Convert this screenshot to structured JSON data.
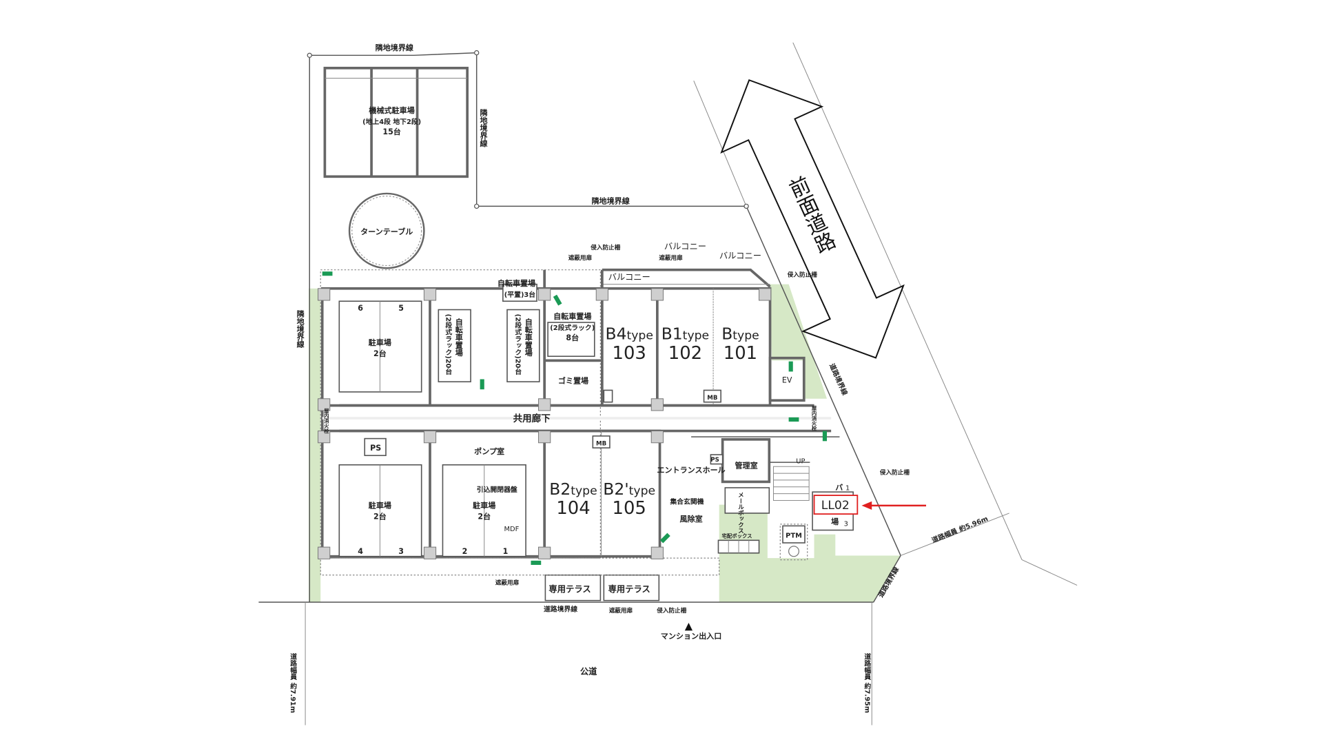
{
  "plan": {
    "top_boundary": "隣地境界線",
    "mech_parking": {
      "title": "機械式駐車場",
      "detail": "(地上4段 地下2段)",
      "count": "15台"
    },
    "right_upper_boundary": "隣地境界線",
    "mid_boundary": "隣地境界線",
    "left_boundary": "隣地境界線",
    "turntable": "ターンテーブル",
    "front_road": "前面道路",
    "bike_flat": {
      "title": "自転車置場",
      "detail": "(平置)3台"
    },
    "bike_rack_a": {
      "title": "自転車置場",
      "detail": "(2段式ラック)20台"
    },
    "bike_rack_b": {
      "title": "自転車置場",
      "detail": "(2段式ラック)20台"
    },
    "bike_rack_c": {
      "title": "自転車置場",
      "detail": "(2段式ラック)",
      "count": "8台"
    },
    "garbage": "ゴミ置場",
    "parking_top": {
      "title": "駐車場",
      "count": "2台",
      "slot_a": "6",
      "slot_b": "5"
    },
    "parking_bl": {
      "title": "駐車場",
      "count": "2台",
      "slot_a": "4",
      "slot_b": "3"
    },
    "parking_bm": {
      "title": "駐車場",
      "count": "2台",
      "slot_a": "2",
      "slot_b": "1"
    },
    "corridor": "共用廊下",
    "ps": "PS",
    "pump_room": "ポンプ室",
    "mb": "MB",
    "md": "MB",
    "ev": "EV",
    "hydrant_left": "屋内消火栓",
    "hydrant_right": "屋内消火栓",
    "switchboard": "引込開閉器盤",
    "mdf": "MDF",
    "entrance_hall": "エントランスホール",
    "intercom": "集合玄関機",
    "vestibule": "風除室",
    "mailbox": "メールボックス",
    "delivery_box": "宅配ボックス",
    "office": "管理室",
    "ps2": "PS",
    "up": "UP",
    "ptm": "PTM",
    "balcony_label": "バルコニー",
    "balcony_top1": "バルコニー",
    "balcony_top2": "バルコニー",
    "intrusion_fence_1": "侵入防止柵",
    "shield_1": "遮蔽用扉",
    "shield_2": "遮蔽用扉",
    "intrusion_fence_2": "侵入防止柵",
    "intrusion_fence_3": "侵入防止柵",
    "road_boundary_diag": "道路境界線",
    "road_boundary_bottom": "道路境界線",
    "road_boundary_corner": "道路境界線",
    "shield_3": "遮蔽用扉",
    "shield_4": "遮蔽用扉",
    "intrusion_fence_4": "侵入防止柵",
    "terrace_1": "専用テラス",
    "terrace_2": "専用テラス",
    "entrance": "マンション出入口",
    "public_road": "公道",
    "road_width_left": "道路幅員 約7.91m",
    "road_width_right": "道路幅員 約7.95m",
    "road_width_front": "道路幅員 約5.96m",
    "bike_park_small": {
      "a": "バ",
      "num1": "1",
      "b": "場",
      "num3": "3"
    },
    "units": [
      {
        "type": "B4",
        "suffix": "type",
        "no": "103"
      },
      {
        "type": "B1",
        "suffix": "type",
        "no": "102"
      },
      {
        "type": "B",
        "suffix": "type",
        "no": "101"
      },
      {
        "type": "B2",
        "suffix": "type",
        "no": "104"
      },
      {
        "type": "B2'",
        "suffix": "type",
        "no": "105"
      }
    ]
  },
  "annotation": {
    "label": "LL02",
    "color": "#e02020"
  }
}
